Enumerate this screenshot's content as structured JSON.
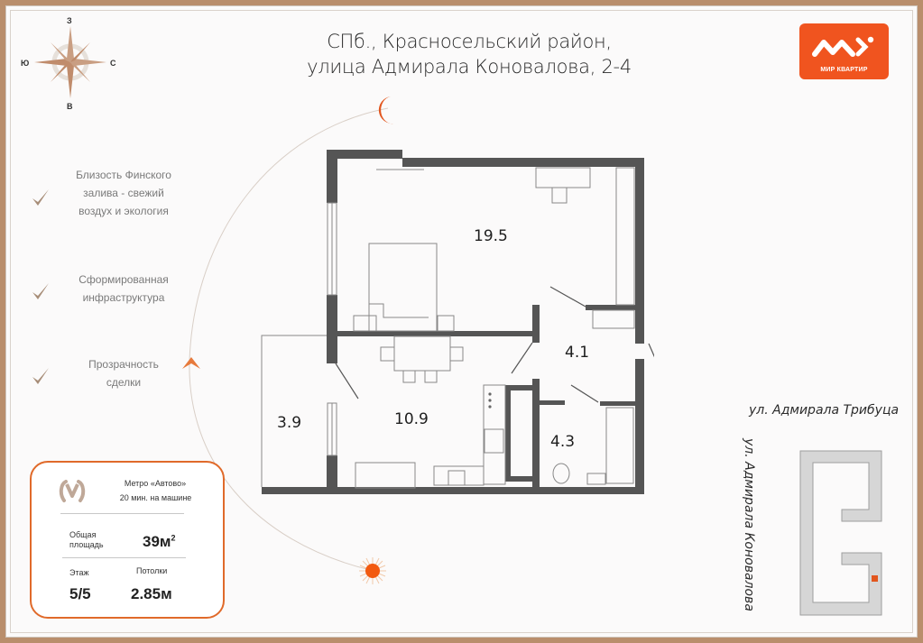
{
  "header": {
    "title_line1": "СПб., Красносельский район,",
    "title_line2": "улица Адмирала Коновалова, 2-4"
  },
  "logo": {
    "text": "МИР КВАРТИР",
    "color": "#f0541f"
  },
  "compass": {
    "north": "З",
    "south": "В",
    "west": "Ю",
    "east": "С"
  },
  "features": [
    {
      "text_lines": [
        "Близость Финского",
        "залива - свежий",
        "воздух и экология"
      ]
    },
    {
      "text_lines": [
        "Сформированная",
        "инфраструктура"
      ]
    },
    {
      "text_lines": [
        "Прозрачность",
        "сделки"
      ]
    }
  ],
  "info_card": {
    "metro_name": "Метро «Автово»",
    "metro_time": "20 мин. на машине",
    "area_label_1": "Общая",
    "area_label_2": "площадь",
    "area_value": "39м",
    "area_sup": "2",
    "floor_label": "Этаж",
    "floor_value": "5/5",
    "ceiling_label": "Потолки",
    "ceiling_value": "2.85м",
    "accent_color": "#e06a2a"
  },
  "floorplan": {
    "rooms": [
      {
        "id": "living",
        "area": "19.5"
      },
      {
        "id": "kitchen",
        "area": "10.9"
      },
      {
        "id": "balcony",
        "area": "3.9"
      },
      {
        "id": "hall",
        "area": "4.1"
      },
      {
        "id": "bathroom",
        "area": "4.3"
      }
    ]
  },
  "site_map": {
    "street_horizontal": "ул. Адмирала Трибуца",
    "street_vertical": "ул. Адмирала Коновалова",
    "marker_color": "#e2561e"
  }
}
